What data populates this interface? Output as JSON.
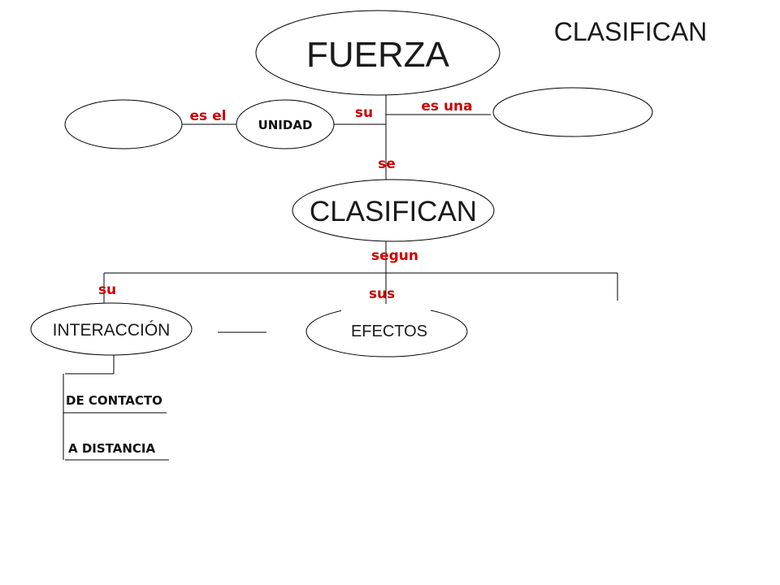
{
  "corner_title": "CLASIFICAN",
  "nodes": {
    "fuerza": "FUERZA",
    "unidad": "UNIDAD",
    "clasifican": "CLASIFICAN",
    "interaccion": "INTERACCIÓN",
    "efectos": "EFECTOS",
    "empty_left": "",
    "empty_right": ""
  },
  "links": {
    "es_el": "es el",
    "su_top": "su",
    "es_una": "es una",
    "se": "se",
    "segun": "segun",
    "su_left": "su",
    "sus": "sus"
  },
  "sub_items": {
    "de_contacto": "DE CONTACTO",
    "a_distancia": "A DISTANCIA"
  },
  "colors": {
    "link_label": "#cc0000",
    "line": "#000000"
  }
}
